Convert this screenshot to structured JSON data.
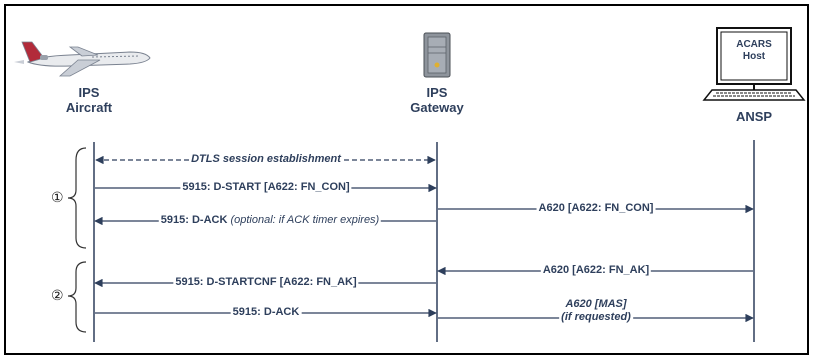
{
  "entities": {
    "aircraft": {
      "line1": "IPS",
      "line2": "Aircraft",
      "icon": "airplane-icon"
    },
    "gateway": {
      "line1": "IPS",
      "line2": "Gateway",
      "icon": "server-icon"
    },
    "ansp": {
      "label": "ANSP",
      "screen_line1": "ACARS",
      "screen_line2": "Host",
      "icon": "computer-terminal-icon"
    }
  },
  "phases": [
    "①",
    "②"
  ],
  "messages": {
    "dtls": "DTLS session establishment",
    "dstart": "5915: D-START [A622: FN_CON]",
    "a620_con": "A620 [A622: FN_CON]",
    "dack1_main": "5915: D-ACK",
    "dack1_note": "(optional: if ACK timer expires)",
    "a620_ak": "A620 [A622: FN_AK]",
    "dstartcnf": "5915: D-STARTCNF [A622: FN_AK]",
    "dack2": "5915: D-ACK",
    "a620_mas": "A620 [MAS]",
    "a620_mas_note": "(if requested)"
  },
  "colors": {
    "line": "#2e3f5c",
    "frame": "#000000"
  }
}
